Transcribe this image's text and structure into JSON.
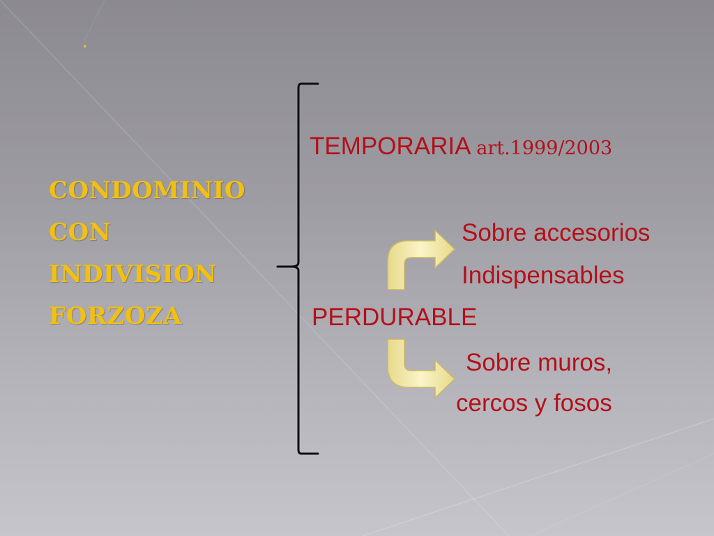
{
  "slide": {
    "title_mark": ".",
    "left_lines": [
      "CONDOMINIO",
      "CON",
      "INDIVISION",
      "FORZOZA"
    ],
    "temporaria": {
      "label": "TEMPORARIA",
      "ref": "art.1999/2003"
    },
    "perdurable": {
      "label": "PERDURABLE",
      "upper_line1": "Sobre accesorios",
      "upper_line2": "Indispensables",
      "lower_line1": "Sobre muros,",
      "lower_line2": "cercos y fosos"
    }
  },
  "colors": {
    "left_text": "#f2c013",
    "right_text": "#b3101a",
    "arrow_fill": "#f3e9a2",
    "brace": "#0f0f12"
  }
}
